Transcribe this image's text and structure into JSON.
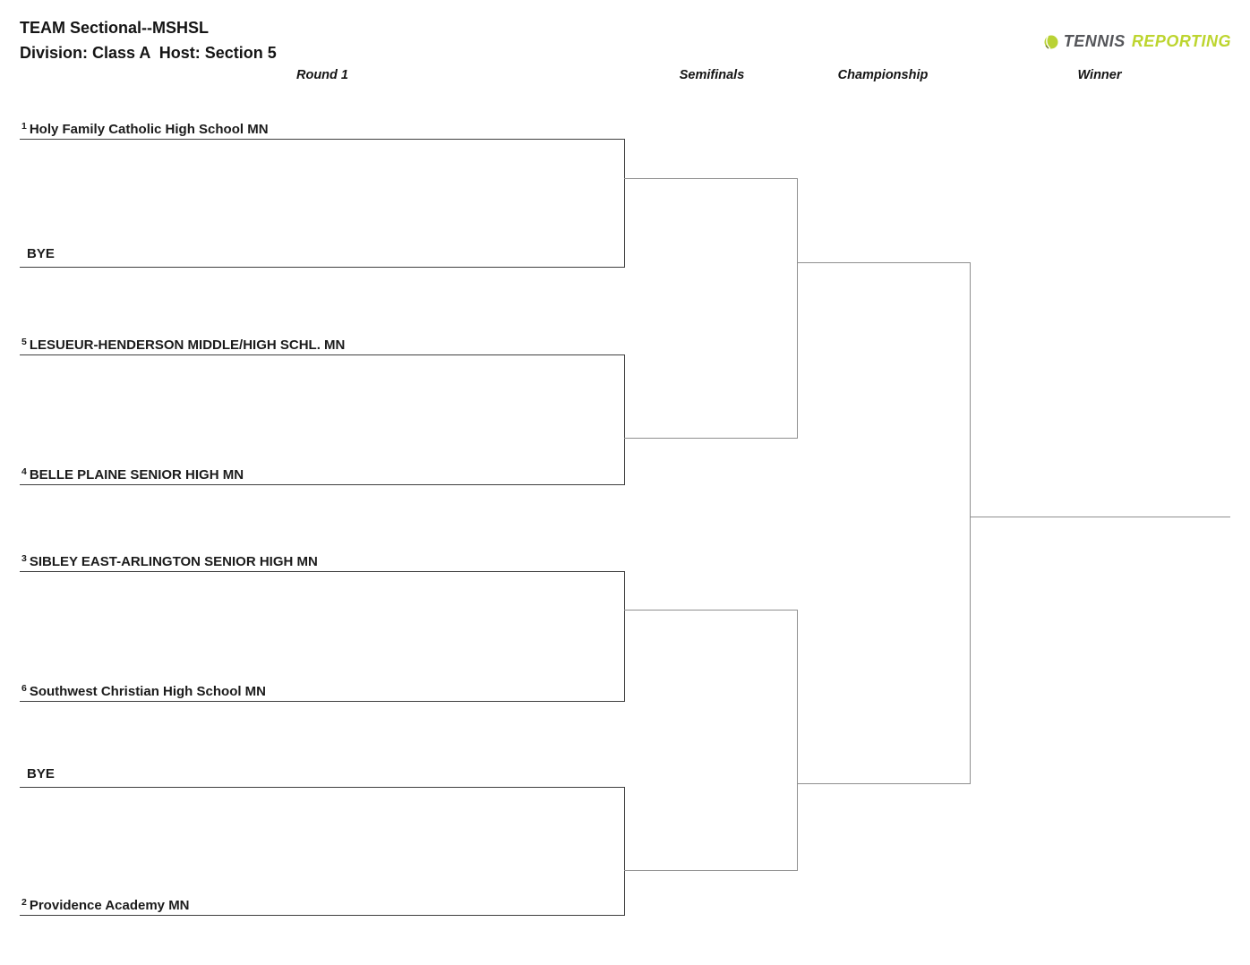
{
  "page": {
    "title_line1": "TEAM Sectional--MSHSL",
    "title_line2": "Division: Class A  Host: Section 5"
  },
  "logo": {
    "icon": "tennis-ball-icon",
    "text_primary": "TENNIS",
    "text_secondary": "REPORTING",
    "color_primary": "#55565a",
    "color_secondary": "#bdd52f"
  },
  "columns": [
    {
      "label": "Round 1"
    },
    {
      "label": "Semifinals"
    },
    {
      "label": "Championship"
    },
    {
      "label": "Winner"
    }
  ],
  "bracket": {
    "round1": [
      {
        "top": {
          "seed": "1",
          "name": "Holy Family Catholic High School MN"
        },
        "bottom": {
          "seed": "",
          "name": "BYE"
        }
      },
      {
        "top": {
          "seed": "5",
          "name": "LESUEUR-HENDERSON MIDDLE/HIGH SCHL. MN"
        },
        "bottom": {
          "seed": "4",
          "name": "BELLE PLAINE SENIOR HIGH MN"
        }
      },
      {
        "top": {
          "seed": "3",
          "name": "SIBLEY EAST-ARLINGTON SENIOR HIGH MN"
        },
        "bottom": {
          "seed": "6",
          "name": "Southwest Christian High School MN"
        }
      },
      {
        "top": {
          "seed": "",
          "name": "BYE"
        },
        "bottom": {
          "seed": "2",
          "name": "Providence Academy MN"
        }
      }
    ]
  },
  "colors": {
    "round1_line": "#3f3f3f",
    "connector_line": "#8f8f8f",
    "text": "#1b1b1b"
  }
}
